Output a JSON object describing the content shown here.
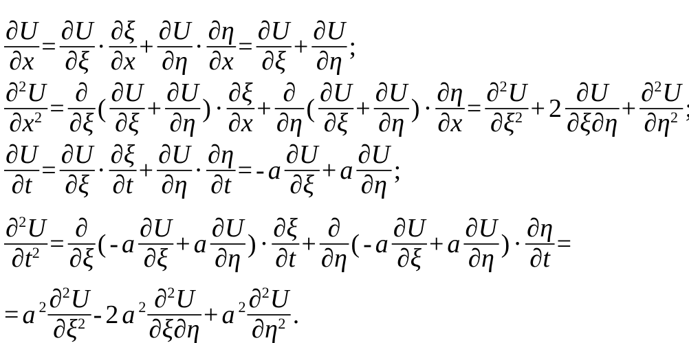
{
  "document": {
    "equations": [
      [
        {
          "t": "frac",
          "n": [
            {
              "s": "∂"
            },
            {
              "s": "U",
              "i": 1
            }
          ],
          "d": [
            {
              "s": "∂"
            },
            {
              "s": "x",
              "i": 1
            }
          ]
        },
        {
          "s": "="
        },
        {
          "t": "frac",
          "n": [
            {
              "s": "∂"
            },
            {
              "s": "U",
              "i": 1
            }
          ],
          "d": [
            {
              "s": "∂"
            },
            {
              "s": "ξ",
              "i": 1
            }
          ]
        },
        {
          "s": "·"
        },
        {
          "t": "frac",
          "n": [
            {
              "s": "∂"
            },
            {
              "s": "ξ",
              "i": 1
            }
          ],
          "d": [
            {
              "s": "∂"
            },
            {
              "s": "x",
              "i": 1
            }
          ]
        },
        {
          "s": "+"
        },
        {
          "t": "frac",
          "n": [
            {
              "s": "∂"
            },
            {
              "s": "U",
              "i": 1
            }
          ],
          "d": [
            {
              "s": "∂"
            },
            {
              "s": "η",
              "i": 1
            }
          ]
        },
        {
          "s": "·"
        },
        {
          "t": "frac",
          "n": [
            {
              "s": "∂"
            },
            {
              "s": "η",
              "i": 1
            }
          ],
          "d": [
            {
              "s": "∂"
            },
            {
              "s": "x",
              "i": 1
            }
          ]
        },
        {
          "s": "="
        },
        {
          "t": "frac",
          "n": [
            {
              "s": "∂"
            },
            {
              "s": "U",
              "i": 1
            }
          ],
          "d": [
            {
              "s": "∂"
            },
            {
              "s": "ξ",
              "i": 1
            }
          ]
        },
        {
          "s": "+"
        },
        {
          "t": "frac",
          "n": [
            {
              "s": "∂"
            },
            {
              "s": "U",
              "i": 1
            }
          ],
          "d": [
            {
              "s": "∂"
            },
            {
              "s": "η",
              "i": 1
            }
          ]
        },
        {
          "s": ";"
        }
      ],
      [
        {
          "t": "frac",
          "n": [
            {
              "s": "∂"
            },
            {
              "s": "2",
              "sup": 1
            },
            {
              "s": "U",
              "i": 1
            }
          ],
          "d": [
            {
              "s": "∂"
            },
            {
              "s": "x",
              "i": 1
            },
            {
              "s": "2",
              "sup": 1
            }
          ]
        },
        {
          "s": "="
        },
        {
          "t": "frac",
          "n": [
            {
              "s": "∂"
            }
          ],
          "d": [
            {
              "s": "∂"
            },
            {
              "s": "ξ",
              "i": 1
            }
          ]
        },
        {
          "s": "("
        },
        {
          "t": "frac",
          "n": [
            {
              "s": "∂"
            },
            {
              "s": "U",
              "i": 1
            }
          ],
          "d": [
            {
              "s": "∂"
            },
            {
              "s": "ξ",
              "i": 1
            }
          ]
        },
        {
          "s": "+"
        },
        {
          "t": "frac",
          "n": [
            {
              "s": "∂"
            },
            {
              "s": "U",
              "i": 1
            }
          ],
          "d": [
            {
              "s": "∂"
            },
            {
              "s": "η",
              "i": 1
            }
          ]
        },
        {
          "s": ")"
        },
        {
          "s": "·"
        },
        {
          "t": "frac",
          "n": [
            {
              "s": "∂"
            },
            {
              "s": "ξ",
              "i": 1
            }
          ],
          "d": [
            {
              "s": "∂"
            },
            {
              "s": "x",
              "i": 1
            }
          ]
        },
        {
          "s": "+"
        },
        {
          "t": "frac",
          "n": [
            {
              "s": "∂"
            }
          ],
          "d": [
            {
              "s": "∂"
            },
            {
              "s": "η",
              "i": 1
            }
          ]
        },
        {
          "s": "("
        },
        {
          "t": "frac",
          "n": [
            {
              "s": "∂"
            },
            {
              "s": "U",
              "i": 1
            }
          ],
          "d": [
            {
              "s": "∂"
            },
            {
              "s": "ξ",
              "i": 1
            }
          ]
        },
        {
          "s": "+"
        },
        {
          "t": "frac",
          "n": [
            {
              "s": "∂"
            },
            {
              "s": "U",
              "i": 1
            }
          ],
          "d": [
            {
              "s": "∂"
            },
            {
              "s": "η",
              "i": 1
            }
          ]
        },
        {
          "s": ")"
        },
        {
          "s": "·"
        },
        {
          "t": "frac",
          "n": [
            {
              "s": "∂"
            },
            {
              "s": "η",
              "i": 1
            }
          ],
          "d": [
            {
              "s": "∂"
            },
            {
              "s": "x",
              "i": 1
            }
          ]
        },
        {
          "s": "="
        },
        {
          "t": "frac",
          "n": [
            {
              "s": "∂"
            },
            {
              "s": "2",
              "sup": 1
            },
            {
              "s": "U",
              "i": 1
            }
          ],
          "d": [
            {
              "s": "∂"
            },
            {
              "s": "ξ",
              "i": 1
            },
            {
              "s": "2",
              "sup": 1
            }
          ]
        },
        {
          "s": "+"
        },
        {
          "s": "2"
        },
        {
          "t": "frac",
          "n": [
            {
              "s": "∂"
            },
            {
              "s": "U",
              "i": 1
            }
          ],
          "d": [
            {
              "s": "∂"
            },
            {
              "s": "ξ",
              "i": 1
            },
            {
              "s": "∂"
            },
            {
              "s": "η",
              "i": 1
            }
          ]
        },
        {
          "s": "+"
        },
        {
          "t": "frac",
          "n": [
            {
              "s": "∂"
            },
            {
              "s": "2",
              "sup": 1
            },
            {
              "s": "U",
              "i": 1
            }
          ],
          "d": [
            {
              "s": "∂"
            },
            {
              "s": "η",
              "i": 1
            },
            {
              "s": "2",
              "sup": 1
            }
          ]
        },
        {
          "s": ";"
        }
      ],
      [
        {
          "t": "frac",
          "n": [
            {
              "s": "∂"
            },
            {
              "s": "U",
              "i": 1
            }
          ],
          "d": [
            {
              "s": "∂"
            },
            {
              "s": "t",
              "i": 1
            }
          ]
        },
        {
          "s": "="
        },
        {
          "t": "frac",
          "n": [
            {
              "s": "∂"
            },
            {
              "s": "U",
              "i": 1
            }
          ],
          "d": [
            {
              "s": "∂"
            },
            {
              "s": "ξ",
              "i": 1
            }
          ]
        },
        {
          "s": "·"
        },
        {
          "t": "frac",
          "n": [
            {
              "s": "∂"
            },
            {
              "s": "ξ",
              "i": 1
            }
          ],
          "d": [
            {
              "s": "∂"
            },
            {
              "s": "t",
              "i": 1
            }
          ]
        },
        {
          "s": "+"
        },
        {
          "t": "frac",
          "n": [
            {
              "s": "∂"
            },
            {
              "s": "U",
              "i": 1
            }
          ],
          "d": [
            {
              "s": "∂"
            },
            {
              "s": "η",
              "i": 1
            }
          ]
        },
        {
          "s": "·"
        },
        {
          "t": "frac",
          "n": [
            {
              "s": "∂"
            },
            {
              "s": "η",
              "i": 1
            }
          ],
          "d": [
            {
              "s": "∂"
            },
            {
              "s": "t",
              "i": 1
            }
          ]
        },
        {
          "s": "="
        },
        {
          "s": "-"
        },
        {
          "s": "a",
          "i": 1
        },
        {
          "t": "frac",
          "n": [
            {
              "s": "∂"
            },
            {
              "s": "U",
              "i": 1
            }
          ],
          "d": [
            {
              "s": "∂"
            },
            {
              "s": "ξ",
              "i": 1
            }
          ]
        },
        {
          "s": "+"
        },
        {
          "s": "a",
          "i": 1
        },
        {
          "t": "frac",
          "n": [
            {
              "s": "∂"
            },
            {
              "s": "U",
              "i": 1
            }
          ],
          "d": [
            {
              "s": "∂"
            },
            {
              "s": "η",
              "i": 1
            }
          ]
        },
        {
          "s": ";"
        }
      ],
      [
        {
          "t": "frac",
          "n": [
            {
              "s": "∂"
            },
            {
              "s": "2",
              "sup": 1
            },
            {
              "s": "U",
              "i": 1
            }
          ],
          "d": [
            {
              "s": "∂"
            },
            {
              "s": "t",
              "i": 1
            },
            {
              "s": "2",
              "sup": 1
            }
          ]
        },
        {
          "s": "="
        },
        {
          "t": "frac",
          "n": [
            {
              "s": "∂"
            }
          ],
          "d": [
            {
              "s": "∂"
            },
            {
              "s": "ξ",
              "i": 1
            }
          ]
        },
        {
          "s": "("
        },
        {
          "s": "-"
        },
        {
          "s": "a",
          "i": 1
        },
        {
          "t": "frac",
          "n": [
            {
              "s": "∂"
            },
            {
              "s": "U",
              "i": 1
            }
          ],
          "d": [
            {
              "s": "∂"
            },
            {
              "s": "ξ",
              "i": 1
            }
          ]
        },
        {
          "s": "+"
        },
        {
          "s": "a",
          "i": 1
        },
        {
          "t": "frac",
          "n": [
            {
              "s": "∂"
            },
            {
              "s": "U",
              "i": 1
            }
          ],
          "d": [
            {
              "s": "∂"
            },
            {
              "s": "η",
              "i": 1
            }
          ]
        },
        {
          "s": ")"
        },
        {
          "s": "·"
        },
        {
          "t": "frac",
          "n": [
            {
              "s": "∂"
            },
            {
              "s": "ξ",
              "i": 1
            }
          ],
          "d": [
            {
              "s": "∂"
            },
            {
              "s": "t",
              "i": 1
            }
          ]
        },
        {
          "s": "+"
        },
        {
          "t": "frac",
          "n": [
            {
              "s": "∂"
            }
          ],
          "d": [
            {
              "s": "∂"
            },
            {
              "s": "η",
              "i": 1
            }
          ]
        },
        {
          "s": "("
        },
        {
          "s": "-"
        },
        {
          "s": "a",
          "i": 1
        },
        {
          "t": "frac",
          "n": [
            {
              "s": "∂"
            },
            {
              "s": "U",
              "i": 1
            }
          ],
          "d": [
            {
              "s": "∂"
            },
            {
              "s": "ξ",
              "i": 1
            }
          ]
        },
        {
          "s": "+"
        },
        {
          "s": "a",
          "i": 1
        },
        {
          "t": "frac",
          "n": [
            {
              "s": "∂"
            },
            {
              "s": "U",
              "i": 1
            }
          ],
          "d": [
            {
              "s": "∂"
            },
            {
              "s": "η",
              "i": 1
            }
          ]
        },
        {
          "s": ")"
        },
        {
          "s": "·"
        },
        {
          "t": "frac",
          "n": [
            {
              "s": "∂"
            },
            {
              "s": "η",
              "i": 1
            }
          ],
          "d": [
            {
              "s": "∂"
            },
            {
              "s": "t",
              "i": 1
            }
          ]
        },
        {
          "s": "="
        }
      ],
      [
        {
          "s": "="
        },
        {
          "s": "a",
          "i": 1
        },
        {
          "s": "2",
          "sup": 1
        },
        {
          "t": "frac",
          "n": [
            {
              "s": "∂"
            },
            {
              "s": "2",
              "sup": 1
            },
            {
              "s": "U",
              "i": 1
            }
          ],
          "d": [
            {
              "s": "∂"
            },
            {
              "s": "ξ",
              "i": 1
            },
            {
              "s": "2",
              "sup": 1
            }
          ]
        },
        {
          "s": "-"
        },
        {
          "s": "2"
        },
        {
          "s": "a",
          "i": 1
        },
        {
          "s": "2",
          "sup": 1
        },
        {
          "t": "frac",
          "n": [
            {
              "s": "∂"
            },
            {
              "s": "2",
              "sup": 1
            },
            {
              "s": "U",
              "i": 1
            }
          ],
          "d": [
            {
              "s": "∂"
            },
            {
              "s": "ξ",
              "i": 1
            },
            {
              "s": "∂"
            },
            {
              "s": "η",
              "i": 1
            }
          ]
        },
        {
          "s": "+"
        },
        {
          "s": "a",
          "i": 1
        },
        {
          "s": "2",
          "sup": 1
        },
        {
          "t": "frac",
          "n": [
            {
              "s": "∂"
            },
            {
              "s": "2",
              "sup": 1
            },
            {
              "s": "U",
              "i": 1
            }
          ],
          "d": [
            {
              "s": "∂"
            },
            {
              "s": "η",
              "i": 1
            },
            {
              "s": "2",
              "sup": 1
            }
          ]
        },
        {
          "s": "."
        }
      ]
    ]
  }
}
